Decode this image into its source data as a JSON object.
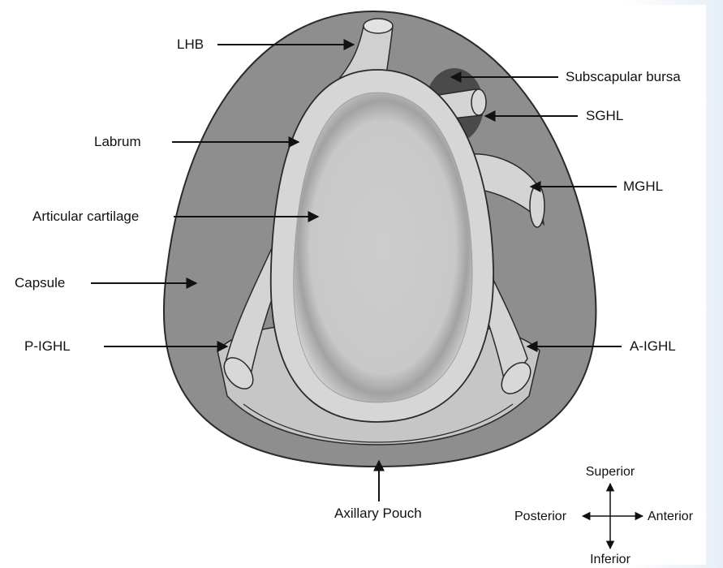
{
  "labels": {
    "lhb": "LHB",
    "subscapular_bursa": "Subscapular bursa",
    "sghl": "SGHL",
    "labrum": "Labrum",
    "mghl": "MGHL",
    "articular_cartilage": "Articular cartilage",
    "capsule": "Capsule",
    "p_ighl": "P-IGHL",
    "a_ighl": "A-IGHL",
    "axillary_pouch": "Axillary Pouch"
  },
  "compass": {
    "superior": "Superior",
    "inferior": "Inferior",
    "posterior": "Posterior",
    "anterior": "Anterior"
  },
  "colors": {
    "capsule": "#8e8e8e",
    "labrum": "#d6d6d6",
    "cartilage": "#c9c9c9",
    "ligament": "#d4d4d4",
    "bursa": "#4a4a4a",
    "outline": "#2a2a2a"
  }
}
